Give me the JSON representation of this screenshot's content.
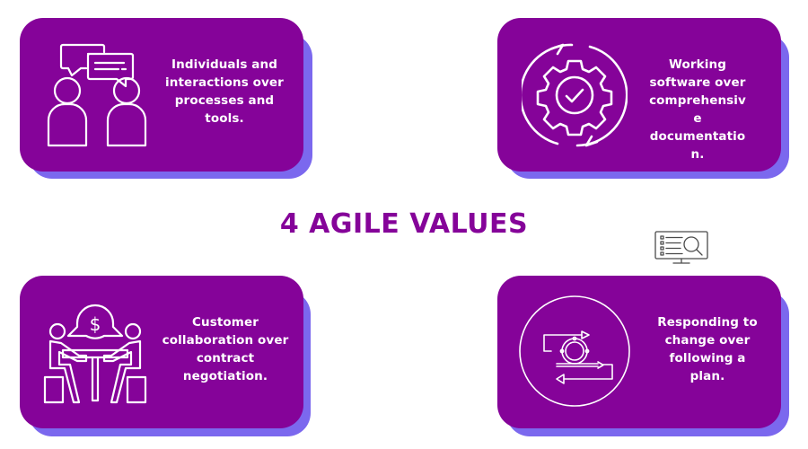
{
  "title": "4 AGILE VALUES",
  "colors": {
    "card": "#850399",
    "card_shadow": "#7b68ee",
    "title": "#850399",
    "text": "#ffffff",
    "background": "#ffffff"
  },
  "cards": [
    {
      "icon": "people-conversation-icon",
      "text": "Individuals and\ninteractions over\nprocesses and\ntools."
    },
    {
      "icon": "gear-check-cycle-icon",
      "text": "Working\nsoftware over\ncomprehensiv\ne\ndocumentatio\nn."
    },
    {
      "icon": "customer-negotiation-icon",
      "text": "Customer\ncollaboration over\ncontract\nnegotiation."
    },
    {
      "icon": "agile-iteration-cycle-icon",
      "text": "Responding to\nchange over\nfollowing a\nplan."
    }
  ],
  "decorations": {
    "monitor_icon": "monitor-search-icon"
  }
}
